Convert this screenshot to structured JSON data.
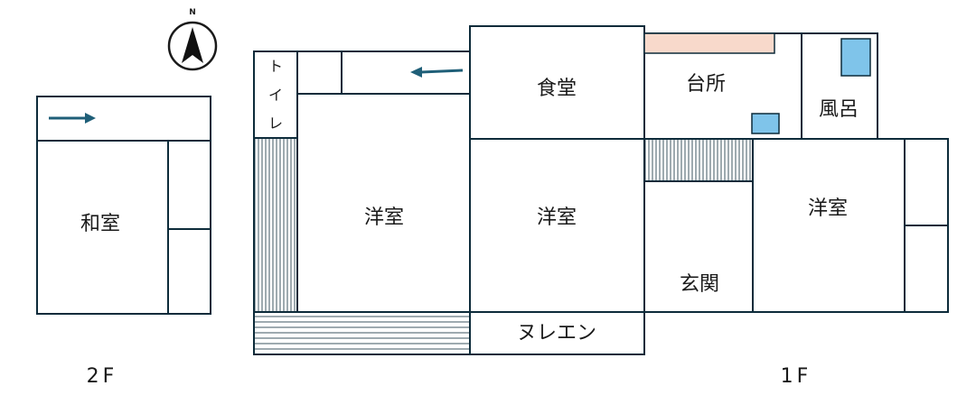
{
  "compass": {
    "north_label": "N"
  },
  "floors": {
    "second": {
      "label": "2F",
      "rooms": {
        "washitsu": "和室"
      }
    },
    "first": {
      "label": "1F",
      "rooms": {
        "toilet": [
          "ト",
          "イ",
          "レ"
        ],
        "shokudo": "食堂",
        "daidokoro": "台所",
        "furo": "風呂",
        "yoshitsu_left": "洋室",
        "yoshitsu_center": "洋室",
        "yoshitsu_right": "洋室",
        "genkan": "玄関",
        "nureen": "ヌレエン"
      }
    }
  },
  "colors": {
    "wall": "#0d2b3a",
    "arrow": "#1f5f78",
    "counter": "#f8d9cb",
    "fixture": "#7fc4ea"
  }
}
